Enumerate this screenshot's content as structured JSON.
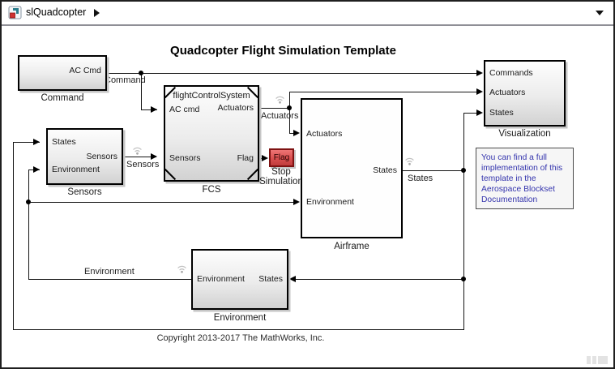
{
  "topbar": {
    "model_name": "slQuadcopter"
  },
  "title": "Quadcopter Flight Simulation Template",
  "blocks": {
    "command": {
      "caption": "Command",
      "port_out": "AC Cmd"
    },
    "sensors": {
      "caption": "Sensors",
      "in_states": "States",
      "in_environment": "Environment",
      "out_sensors": "Sensors"
    },
    "fcs": {
      "name": "flightControlSystem",
      "caption": "FCS",
      "in_ac_cmd": "AC cmd",
      "in_sensors": "Sensors",
      "out_actuators": "Actuators",
      "out_flag": "Flag"
    },
    "stop": {
      "text": "Flag",
      "caption_line1": "Stop",
      "caption_line2": "Simulation"
    },
    "airframe": {
      "caption": "Airframe",
      "in_actuators": "Actuators",
      "in_environment": "Environment",
      "out_states": "States"
    },
    "visualization": {
      "caption": "Visualization",
      "in_commands": "Commands",
      "in_actuators": "Actuators",
      "in_states": "States"
    },
    "environment": {
      "caption": "Environment",
      "out_environment": "Environment",
      "in_states": "States"
    }
  },
  "signal_labels": {
    "command": "Command",
    "sensors": "Sensors",
    "actuators": "Actuators",
    "states": "States",
    "environment": "Environment"
  },
  "annotation": {
    "line1": "You can find a full",
    "line2": "implementation of this",
    "line3": "template in the",
    "line4": "Aerospace Blockset",
    "line5": "Documentation"
  },
  "copyright": "Copyright 2013-2017 The MathWorks, Inc.",
  "colors": {
    "stop_block_red": "#d94f4f",
    "annotation_text_blue": "#3434ad",
    "line_black": "#141414"
  }
}
